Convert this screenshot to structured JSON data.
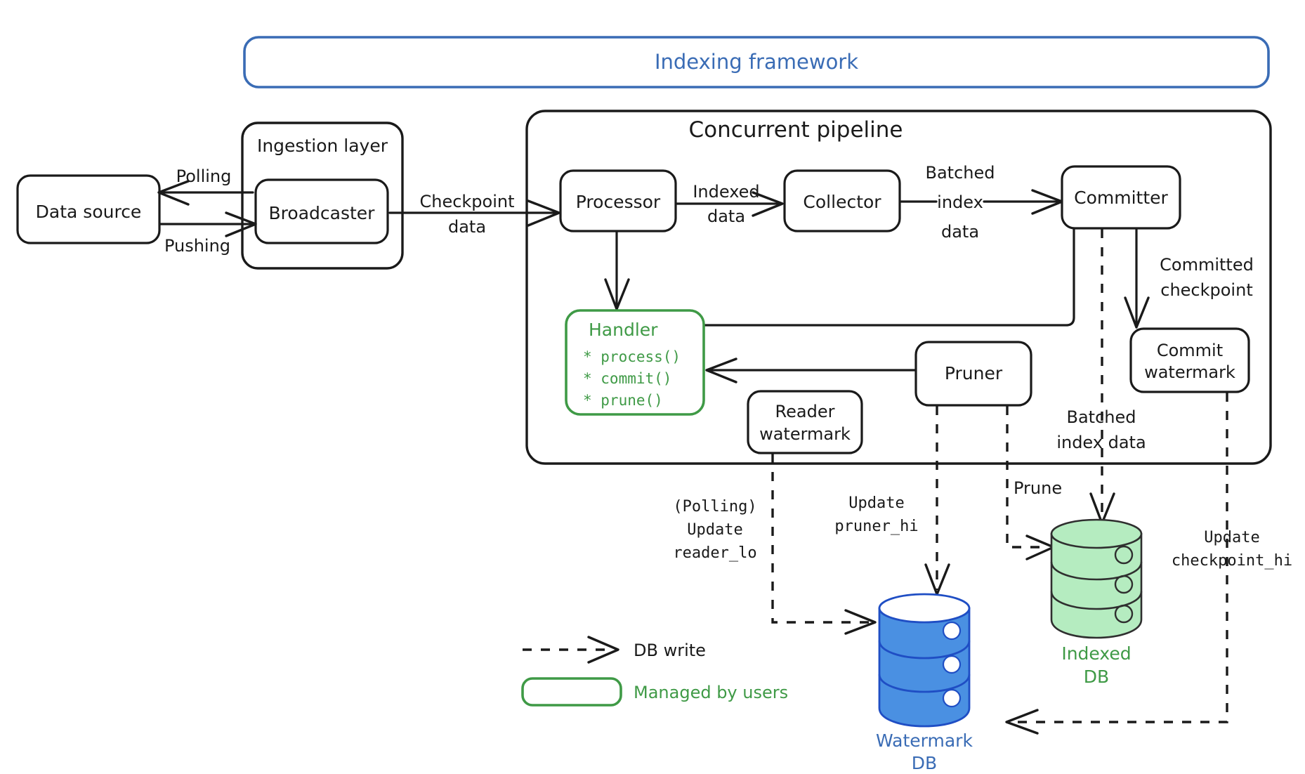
{
  "title": "Indexing framework architecture diagram",
  "framework": {
    "label": "Indexing framework",
    "color": "#3a6cb5"
  },
  "ingestion": {
    "label": "Ingestion layer",
    "broadcaster": "Broadcaster"
  },
  "data_source": {
    "label": "Data source"
  },
  "pipeline": {
    "label": "Concurrent pipeline",
    "processor": "Processor",
    "collector": "Collector",
    "committer": "Committer",
    "pruner": "Pruner",
    "reader_watermark": "Reader\nwatermark",
    "reader_watermark_line1": "Reader",
    "reader_watermark_line2": "watermark",
    "commit_watermark_line1": "Commit",
    "commit_watermark_line2": "watermark"
  },
  "handler": {
    "title": "Handler",
    "color": "#3f9a46",
    "methods": [
      "* process()",
      "* commit()",
      "* prune()"
    ]
  },
  "edge_labels": {
    "polling": "Polling",
    "pushing": "Pushing",
    "checkpoint_data_line1": "Checkpoint",
    "checkpoint_data_line2": "data",
    "indexed_data_line1": "Indexed",
    "indexed_data_line2": "data",
    "batched_index_data_line1": "Batched",
    "batched_index_data_line2": "index",
    "batched_index_data_line3": "data",
    "committed_checkpoint_line1": "Committed",
    "committed_checkpoint_line2": "checkpoint",
    "batched_index_data_b_line1": "Batched",
    "batched_index_data_b_line2": "index data",
    "prune": "Prune",
    "polling_update_line1": "(Polling)",
    "polling_update_line2": "Update",
    "polling_update_line3": "reader_lo",
    "update_pruner_line1": "Update",
    "update_pruner_line2": "pruner_hi",
    "update_checkpoint_line1": "Update",
    "update_checkpoint_line2": "checkpoint_hi"
  },
  "databases": {
    "indexed_db": {
      "label_line1": "Indexed",
      "label_line2": "DB",
      "color": "#3f9a46",
      "fill": "#b5ecc0"
    },
    "watermark_db": {
      "label_line1": "Watermark",
      "label_line2": "DB",
      "color": "#2a6fd6",
      "fill": "#4a90e2"
    }
  },
  "legend": {
    "db_write": "DB write",
    "managed_by_users": "Managed by users"
  }
}
